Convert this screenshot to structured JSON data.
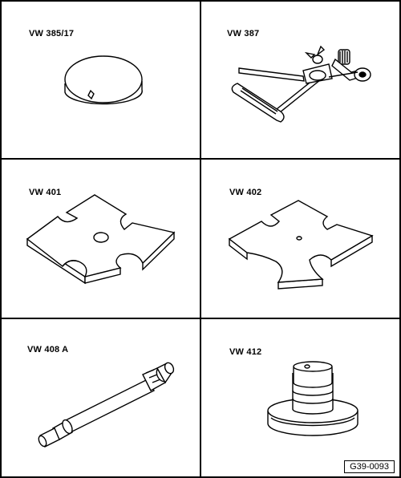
{
  "tools": [
    {
      "label": "VW 385/17",
      "icon": "disc-tool-icon"
    },
    {
      "label": "VW 387",
      "icon": "gauge-arm-icon"
    },
    {
      "label": "VW 401",
      "icon": "cross-plate-icon"
    },
    {
      "label": "VW 402",
      "icon": "cross-plate-icon"
    },
    {
      "label": "VW 408 A",
      "icon": "drift-shaft-icon"
    },
    {
      "label": "VW  412",
      "icon": "press-piece-icon"
    }
  ],
  "figure_code": "G39-0093",
  "colors": {
    "line": "#000000",
    "background": "#ffffff"
  }
}
